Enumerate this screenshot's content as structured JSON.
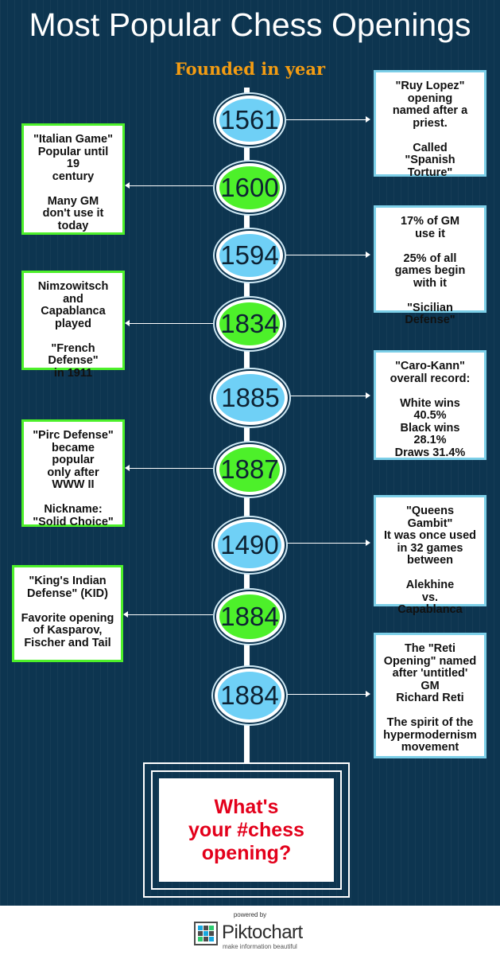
{
  "title": "Most Popular Chess Openings",
  "subtitle": "Founded in year",
  "timeline": [
    {
      "year": "1561",
      "color": "blue",
      "side": "right",
      "text": "\"Ruy Lopez\"\nopening\nnamed after a\npriest.\n\nCalled\n\"Spanish Torture\""
    },
    {
      "year": "1600",
      "color": "green",
      "side": "left",
      "text": "\"Italian Game\"\nPopular until 19\ncentury\n\nMany GM\ndon't use it\ntoday"
    },
    {
      "year": "1594",
      "color": "blue",
      "side": "right",
      "text": "17% of GM\nuse it\n\n25% of all\ngames begin\nwith it\n\n\"Sicilian Defense\""
    },
    {
      "year": "1834",
      "color": "green",
      "side": "left",
      "text": "Nimzowitsch\nand\nCapablanca\nplayed\n\n\"French Defense\"\nin 1911"
    },
    {
      "year": "1885",
      "color": "blue",
      "side": "right",
      "text": "\"Caro-Kann\"\noverall record:\n\nWhite wins 40.5%\nBlack wins 28.1%\nDraws 31.4%"
    },
    {
      "year": "1887",
      "color": "green",
      "side": "left",
      "text": "\"Pirc Defense\"\nbecame popular\nonly after\nWWW II\n\nNickname:\n\"Solid Choice\""
    },
    {
      "year": "1490",
      "color": "blue",
      "side": "right",
      "text": "\"Queens Gambit\"\nIt was once  used\nin 32 games\nbetween\n\nAlekhine\nvs.\nCapablanca"
    },
    {
      "year": "1884",
      "color": "green",
      "side": "left",
      "text": "\"King's Indian\nDefense\" (KID)\n\nFavorite opening\nof Kasparov,\nFischer and Tail"
    },
    {
      "year": "1884",
      "color": "blue",
      "side": "right",
      "text": "The \"Reti\nOpening\" named\nafter 'untitled'\nGM\nRichard Reti\n\nThe spirit of the\nhypermodernism\nmovement"
    }
  ],
  "cta": "What's\nyour #chess\nopening?",
  "footer": {
    "powered_by": "powered by",
    "brand": "Piktochart",
    "tagline": "make information beautiful",
    "icon": "piktochart-logo-icon"
  },
  "colors": {
    "background": "#0d3550",
    "node_blue": "#6fd0f6",
    "node_green": "#4df02a",
    "title_orange": "#f39c12",
    "cta_red": "#e3001b"
  }
}
